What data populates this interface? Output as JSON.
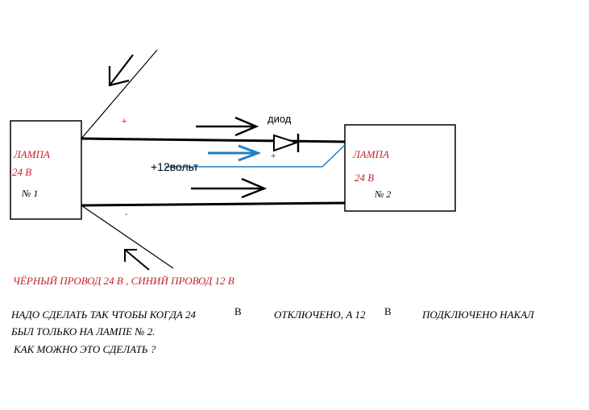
{
  "lamp1": {
    "title": "ЛАМПА",
    "voltage": "24 В",
    "number": "№ 1"
  },
  "lamp2": {
    "title": "ЛАМПА",
    "voltage": "24 В",
    "number": "№ 2"
  },
  "labels": {
    "plus_top": "+",
    "minus_bottom": "-",
    "plus_diode": "+",
    "diode": "диод",
    "blue_wire": "+12вольт"
  },
  "legend": "ЧЁРНЫЙ ПРОВОД 24 В ,   СИНИЙ ПРОВОД 12 В",
  "question": {
    "line1a": "НАДО СДЕЛАТЬ ТАК ЧТОБЫ КОГДА 24",
    "line1b": "В",
    "line1c": "ОТКЛЮЧЕНО, А 12",
    "line1d": "В",
    "line1e": "ПОДКЛЮЧЕНО НАКАЛ",
    "line2": "БЫЛ ТОЛЬКО НА ЛАМПЕ  № 2.",
    "line3": "КАК МОЖНО ЭТО СДЕЛАТЬ ?"
  },
  "colors": {
    "black_wire": "#000000",
    "blue_wire": "#1f7fc8",
    "text_red": "#c8202a"
  }
}
